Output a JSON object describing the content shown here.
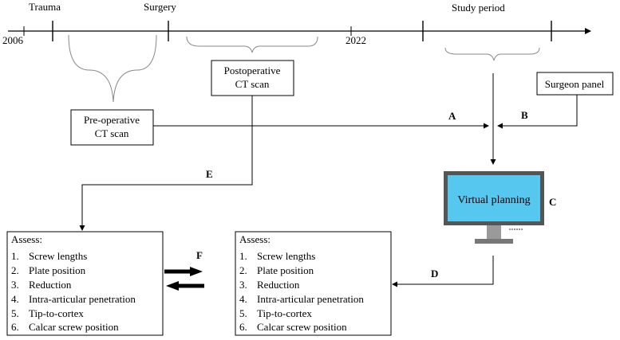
{
  "timeline": {
    "labels": {
      "trauma": "Trauma",
      "surgery": "Surgery",
      "study_period": "Study period",
      "year_2006": "2006",
      "year_2022": "2022"
    }
  },
  "boxes": {
    "pre_operative_ct": [
      "Pre-operative",
      "CT scan"
    ],
    "postoperative_ct": [
      "Postoperative",
      "CT scan"
    ],
    "surgeon_panel": "Surgeon panel",
    "virtual_planning": "Virtual planning"
  },
  "assess_left": {
    "title": "Assess:",
    "items": [
      {
        "num": "1.",
        "text": "Screw lengths"
      },
      {
        "num": "2.",
        "text": "Plate position"
      },
      {
        "num": "3.",
        "text": "Reduction"
      },
      {
        "num": "4.",
        "text": "Intra-articular penetration"
      },
      {
        "num": "5.",
        "text": "Tip-to-cortex"
      },
      {
        "num": "6.",
        "text": "Calcar screw position"
      }
    ]
  },
  "assess_right": {
    "title": "Assess:",
    "items": [
      {
        "num": "1.",
        "text": "Screw lengths"
      },
      {
        "num": "2.",
        "text": "Plate position"
      },
      {
        "num": "3.",
        "text": "Reduction"
      },
      {
        "num": "4.",
        "text": "Intra-articular penetration"
      },
      {
        "num": "5.",
        "text": "Tip-to-cortex"
      },
      {
        "num": "6.",
        "text": "Calcar screw position"
      }
    ]
  },
  "arrow_labels": {
    "a": "A",
    "b": "B",
    "c": "C",
    "d": "D",
    "e": "E",
    "f": "F"
  },
  "colors": {
    "monitor_screen": "#56c8f0",
    "monitor_frame": "#555555",
    "stand": "#9a9a9a"
  }
}
